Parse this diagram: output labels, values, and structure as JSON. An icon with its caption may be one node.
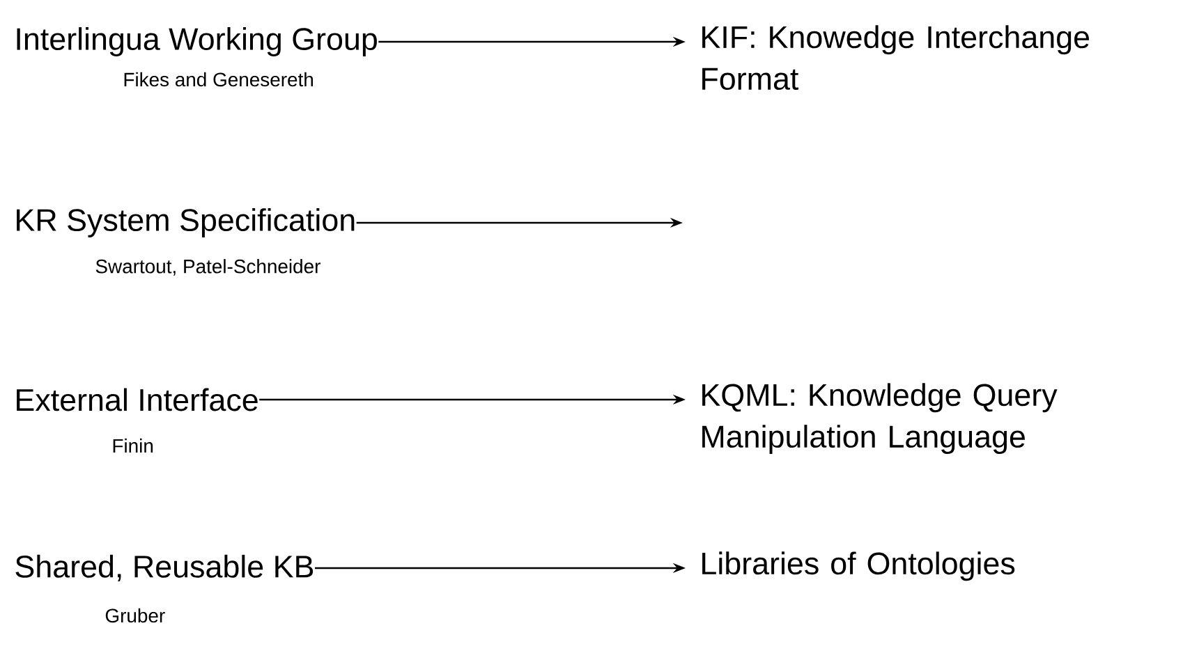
{
  "diagram": {
    "nodes": [
      {
        "text": [
          "Interlingua Working Group"
        ],
        "beside": [
          "Fikes and Genesereth"
        ]
      },
      {
        "text": [
          "KIF: Knowedge Interchange Format"
        ]
      },
      {
        "text": [
          "KR System Specification"
        ],
        "beside": [
          "Swartout, Patel-Schneider"
        ]
      },
      {
        "text": [
          "External Interface"
        ],
        "beside": [
          "Finin"
        ]
      },
      {
        "text": [
          "KQML: Knowledge Query Manipulation Language"
        ]
      },
      {
        "text": [
          "Shared, Reusable KB"
        ],
        "beside": [
          "Gruber"
        ]
      },
      {
        "text": [
          "Libraries of Ontologies"
        ]
      }
    ],
    "edges": [
      {
        "from": 0,
        "to": 1,
        "arrow": "to"
      },
      {
        "from": 2,
        "to": null,
        "arrow": "to"
      },
      {
        "from": 3,
        "to": 4,
        "arrow": "to"
      },
      {
        "from": 5,
        "to": 6,
        "arrow": "to"
      }
    ]
  }
}
